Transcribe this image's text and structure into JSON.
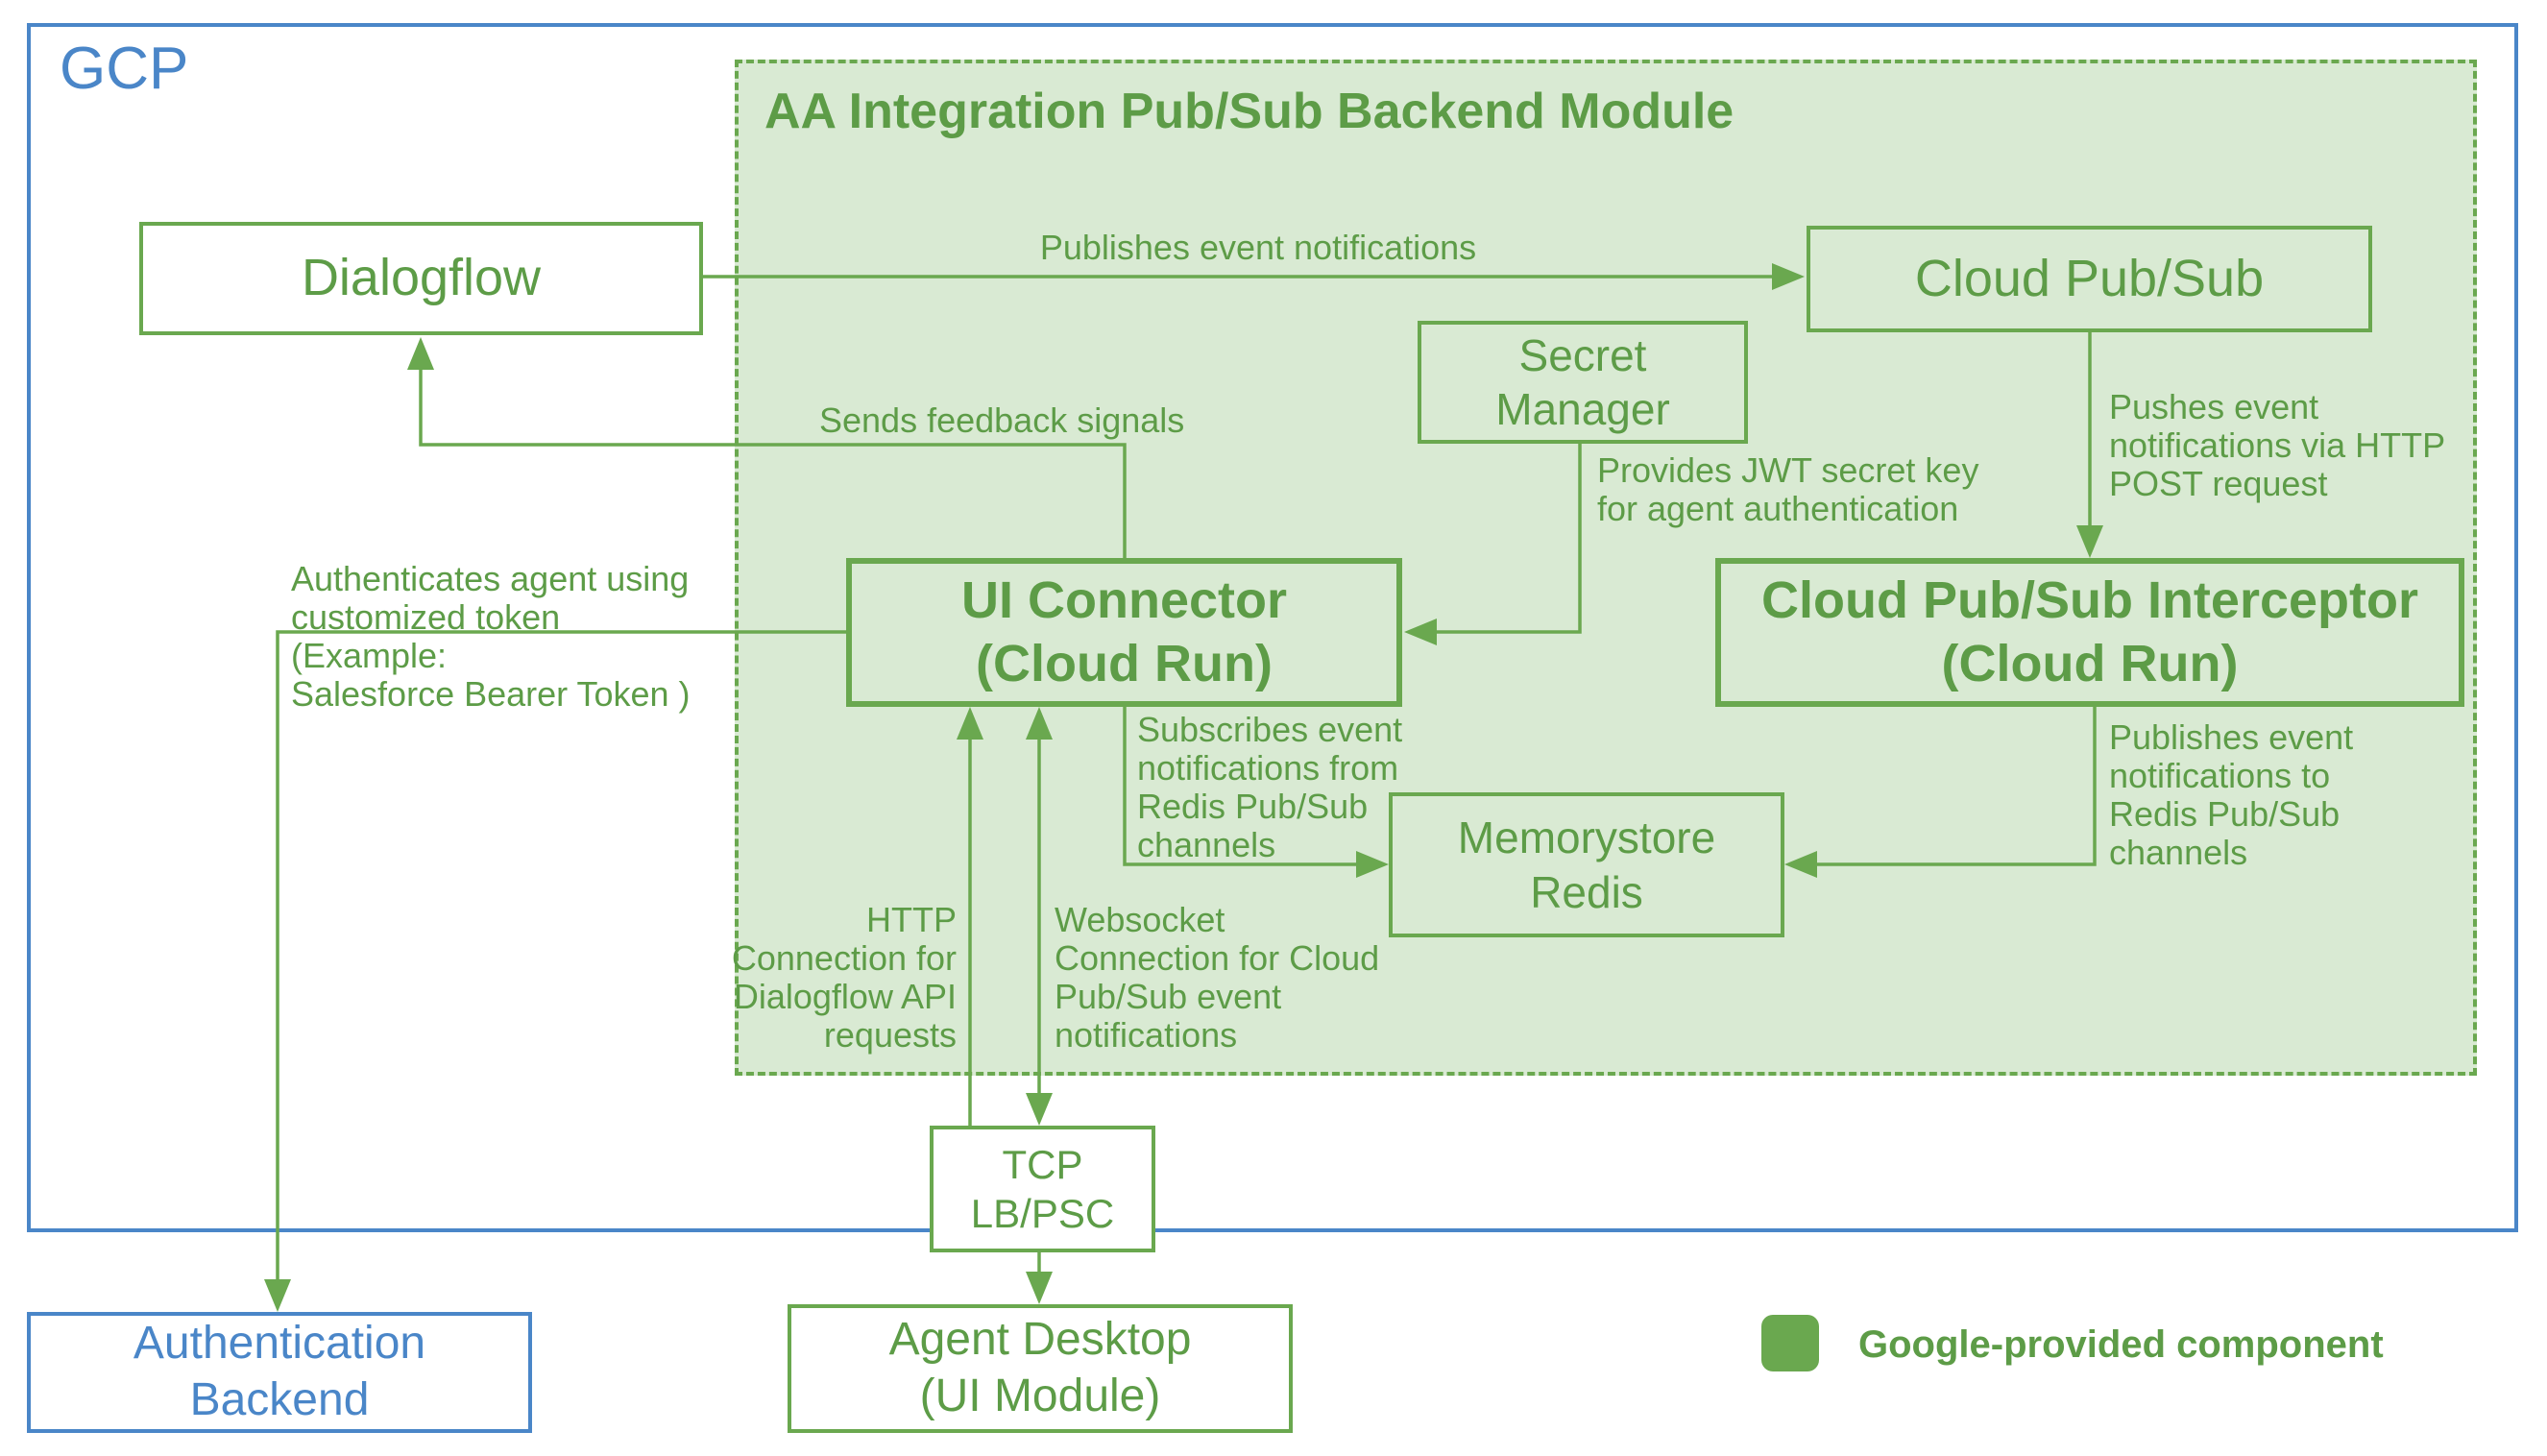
{
  "colors": {
    "green": "#6aa84f",
    "green_text": "#5d9c47",
    "light_green_fill": "#d9ead3",
    "blue": "#4a86c8",
    "white": "#ffffff"
  },
  "gcp_label": "GCP",
  "module_title": "AA Integration Pub/Sub Backend Module",
  "nodes": {
    "dialogflow": "Dialogflow",
    "cloud_pubsub": "Cloud Pub/Sub",
    "secret_manager": "Secret\nManager",
    "ui_connector": "UI Connector\n(Cloud Run)",
    "interceptor": "Cloud Pub/Sub Interceptor\n(Cloud Run)",
    "memorystore": "Memorystore\nRedis",
    "tcp_lb": "TCP\nLB/PSC",
    "agent_desktop": "Agent Desktop\n(UI Module)",
    "auth_backend": "Authentication\nBackend"
  },
  "edge_labels": {
    "publishes": "Publishes event notifications",
    "feedback": "Sends feedback signals",
    "jwt": "Provides JWT secret key\nfor agent authentication",
    "push": "Pushes event\nnotifications via HTTP\nPOST request",
    "pub_redis": "Publishes event\nnotifications to\nRedis Pub/Sub\nchannels",
    "sub_redis": "Subscribes event\nnotifications from\nRedis Pub/Sub\nchannels",
    "auth": "Authenticates agent using\ncustomized token\n(Example:\nSalesforce Bearer Token )",
    "http": "HTTP\nConnection for\nDialogflow API\nrequests",
    "websocket": "Websocket\nConnection for Cloud\nPub/Sub event\nnotifications"
  },
  "legend": {
    "label": "Google-provided component"
  }
}
